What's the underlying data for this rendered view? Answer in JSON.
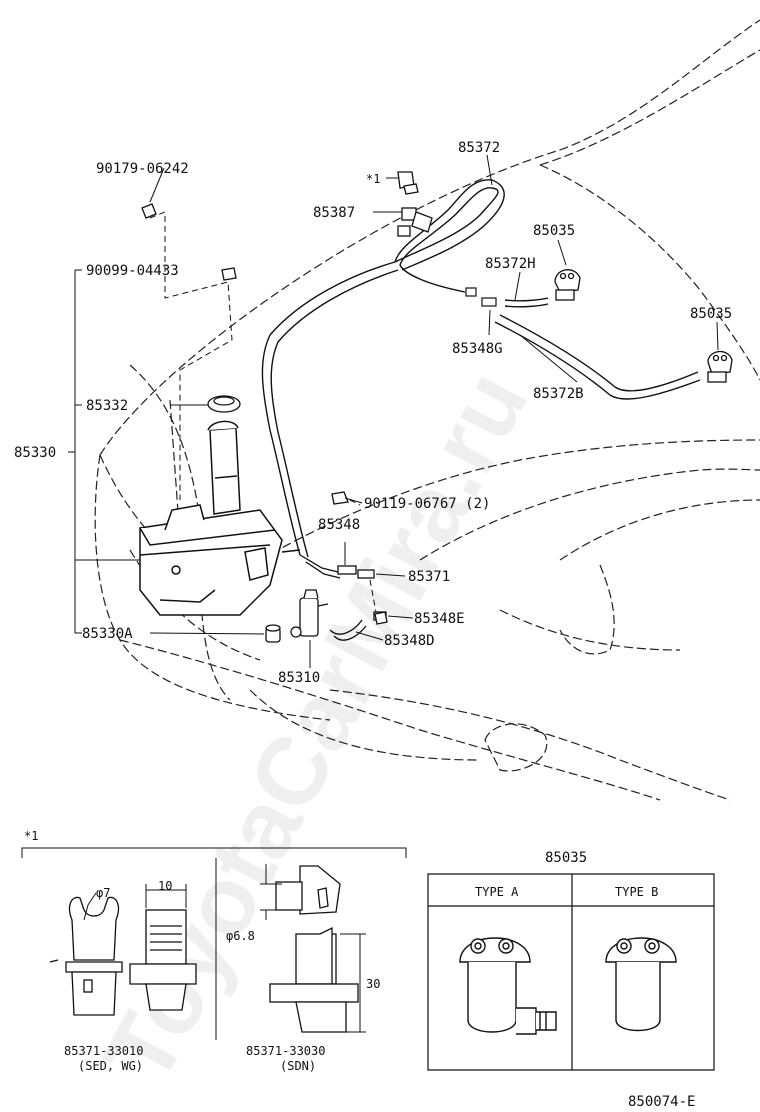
{
  "watermark": "ToyotaCarMira.ru",
  "callouts": {
    "p85372": "85372",
    "note_mark": "*1",
    "p90179": "90179-06242",
    "p85387": "85387",
    "p85035_a": "85035",
    "p85372H": "85372H",
    "p90099": "90099-04433",
    "p85035_b": "85035",
    "p85348G": "85348G",
    "p85372B": "85372B",
    "p85332": "85332",
    "p85330": "85330",
    "p90119": "90119-06767 (2)",
    "p85348": "85348",
    "p85371": "85371",
    "p85348E": "85348E",
    "p85330A": "85330A",
    "p85348D": "85348D",
    "p85310": "85310"
  },
  "detail": {
    "mark": "*1",
    "dim_dia7": "φ7",
    "dim_10": "10",
    "dim_dia68": "φ6.8",
    "dim_30": "30",
    "part_left": "85371-33010",
    "part_left_note": "(SED, WG)",
    "part_right": "85371-33030",
    "part_right_note": "(SDN)"
  },
  "nozzle_table": {
    "title": "85035",
    "type_a": "TYPE A",
    "type_b": "TYPE B"
  },
  "figure_id": "850074-E"
}
